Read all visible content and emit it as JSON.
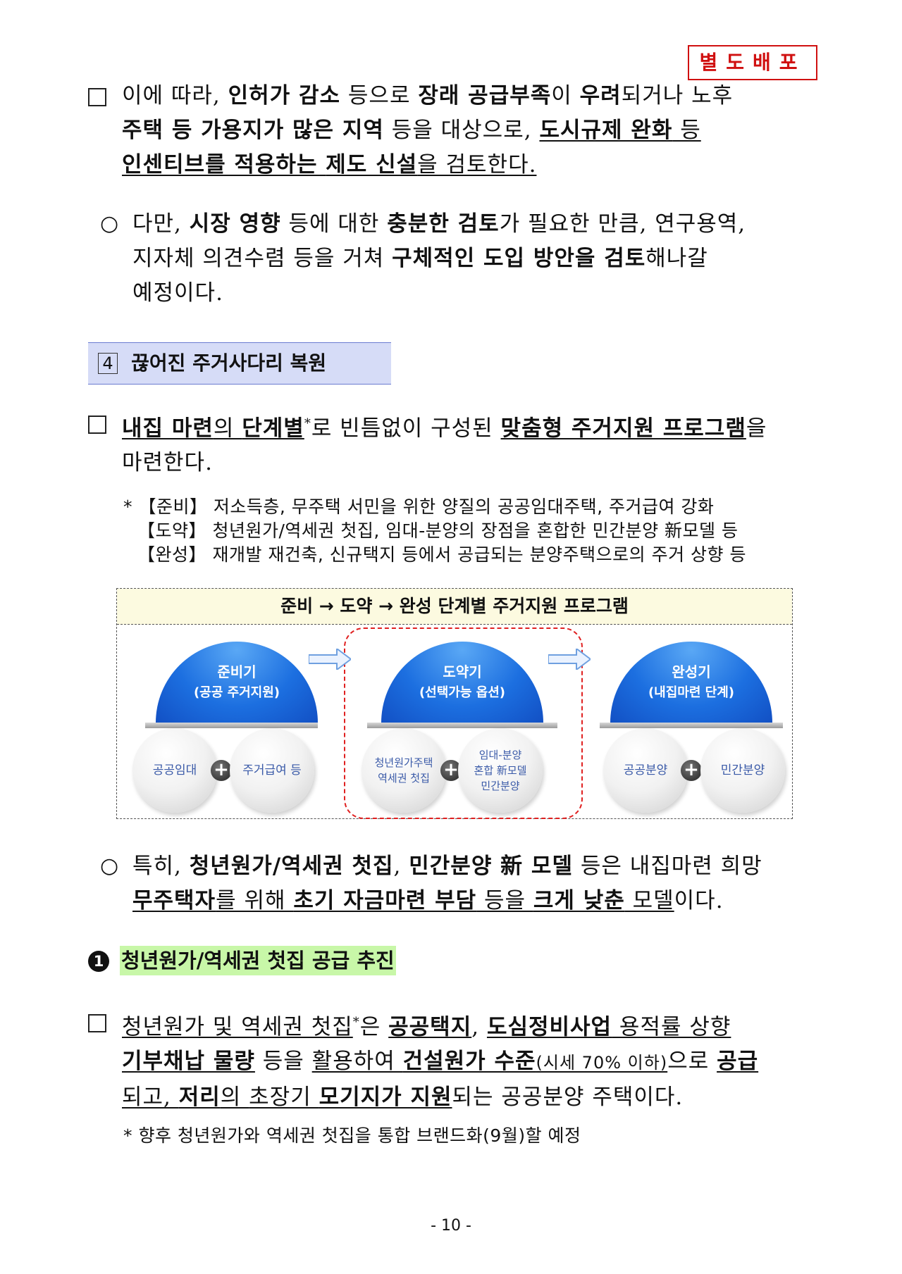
{
  "stamp": "별도배포",
  "p1": {
    "line1": [
      "이에 따라, ",
      "인허가 감소",
      " 등으로 ",
      "장래 공급부족",
      "이 ",
      "우려",
      "되거나 노후"
    ],
    "line2": [
      "주택 등 가용지가 많은 지역",
      " 등을 대상으로, ",
      "도시규제 완화",
      " 등"
    ],
    "line3": [
      "인센티브를 적용하는 ",
      "제도 신설",
      "을 검토한다."
    ]
  },
  "p2": {
    "bullet": "○",
    "line1": [
      "다만, ",
      "시장 영향",
      " 등에 대한 ",
      "충분한 검토",
      "가 필요한 만큼, 연구용역,"
    ],
    "line2": [
      "지자체 의견수렴 등을 거쳐 ",
      "구체적인 도입 방안을 검토",
      "해나갈"
    ],
    "line3": "예정이다."
  },
  "section4": {
    "num": "4",
    "title": "끊어진 주거사다리 복원"
  },
  "p3": {
    "line1": [
      "내집 마련",
      "의 ",
      "단계별",
      "*",
      "로 빈틈없이 구성된 ",
      "맞춤형 주거지원 프로그램",
      "을"
    ],
    "line2": "마련한다."
  },
  "notes": [
    "* 【준비】 저소득층, 무주택 서민을 위한 양질의 공공임대주택, 주거급여 강화",
    "【도약】 청년원가/역세권 첫집, 임대-분양의 장점을 혼합한 민간분양 新모델 등",
    "【완성】 재개발 재건축, 신규택지 등에서 공급되는 분양주택으로의 주거 상향 등"
  ],
  "diagram": {
    "title": "준비 → 도약 → 완성 단계별 주거지원 프로그램",
    "stages": [
      {
        "name": "준비기",
        "sub": "(공공 주거지원)",
        "left": "공공임대",
        "right": "주거급여 등"
      },
      {
        "name": "도약기",
        "sub": "(선택가능 옵션)",
        "left": "청년원가주택\n역세권 첫집",
        "right": "임대-분양\n혼합 新모델\n민간분양"
      },
      {
        "name": "완성기",
        "sub": "(내집마련 단계)",
        "left": "공공분양",
        "right": "민간분양"
      }
    ],
    "plus": "+"
  },
  "p4": {
    "bullet": "○",
    "line1": [
      "특히, ",
      "청년원가/역세권 첫집",
      ", ",
      "민간분양 新 모델",
      " 등은 내집마련 희망"
    ],
    "line2": [
      "무주택자",
      "를 위해 ",
      "초기 자금마련 부담",
      " 등을 ",
      "크게 낮춘",
      " 모델",
      "이다."
    ]
  },
  "heading1": {
    "num": "1",
    "title": "청년원가/역세권 첫집 공급 추진"
  },
  "p5": {
    "line1": [
      "청년원가 및 역세권 첫집",
      "*",
      "은 ",
      "공공택지",
      ", ",
      "도심정비사업",
      " 용적률 상향"
    ],
    "line2": [
      "기부채납 물량",
      " 등을 ",
      "활용하여 ",
      "건설원가 수준",
      "(시세 70% 이하)",
      "으로 ",
      "공급"
    ],
    "line3": [
      "되고, ",
      "저리",
      "의 ",
      "초장기 ",
      "모기지가 지원",
      "되는 공공분양 주택이다."
    ]
  },
  "note2": "* 향후 청년원가와 역세권 첫집을 통합 브랜드화(9월)할 예정",
  "page_number": "- 10 -"
}
